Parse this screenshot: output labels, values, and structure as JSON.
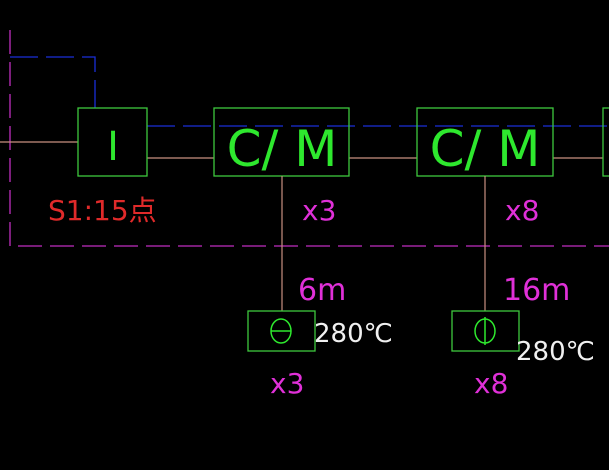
{
  "colors": {
    "background": "#000000",
    "box_stroke": "#3ec83e",
    "box_text": "#2ee82e",
    "wire": "#c89080",
    "blue_dash": "#1a2fd8",
    "magenta_dash": "#c02ec0",
    "red_text": "#e02a2a",
    "magenta_text": "#e030d8",
    "white_text": "#f0f0f0"
  },
  "module_i": {
    "label": "I"
  },
  "loop_label": "S1:15点",
  "cm_modules": [
    {
      "label": "C/ M",
      "count": "x3",
      "cable_length": "6m",
      "device_count": "x3",
      "device_temp": "280℃",
      "device_icon": "theta-symbol-icon"
    },
    {
      "label": "C/ M",
      "count": "x8",
      "cable_length": "16m",
      "device_count": "x8",
      "device_temp": "280℃",
      "device_icon": "phi-symbol-icon"
    }
  ]
}
